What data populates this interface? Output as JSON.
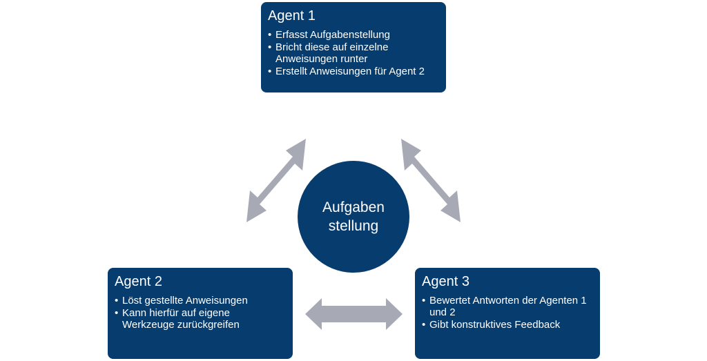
{
  "colors": {
    "box_fill": "#073c6e",
    "text": "#ffffff",
    "arrow": "#a7aab5"
  },
  "center": {
    "text": "Aufgaben\nstellung"
  },
  "agents": [
    {
      "title": "Agent 1",
      "bullets": [
        "Erfasst Aufgabenstellung",
        "Bricht diese auf einzelne Anweisungen runter",
        "Erstellt Anweisungen für Agent 2"
      ]
    },
    {
      "title": "Agent 2",
      "bullets": [
        "Löst gestellte Anweisungen",
        "Kann hierfür auf eigene Werkzeuge zurückgreifen"
      ]
    },
    {
      "title": "Agent 3",
      "bullets": [
        "Bewertet Antworten der Agenten 1 und 2",
        "Gibt konstruktives Feedback"
      ]
    }
  ],
  "connections": [
    {
      "from": "Agent 1",
      "to": "Agent 2",
      "direction": "bidirectional"
    },
    {
      "from": "Agent 1",
      "to": "Agent 3",
      "direction": "bidirectional"
    },
    {
      "from": "Agent 2",
      "to": "Agent 3",
      "direction": "bidirectional"
    }
  ]
}
